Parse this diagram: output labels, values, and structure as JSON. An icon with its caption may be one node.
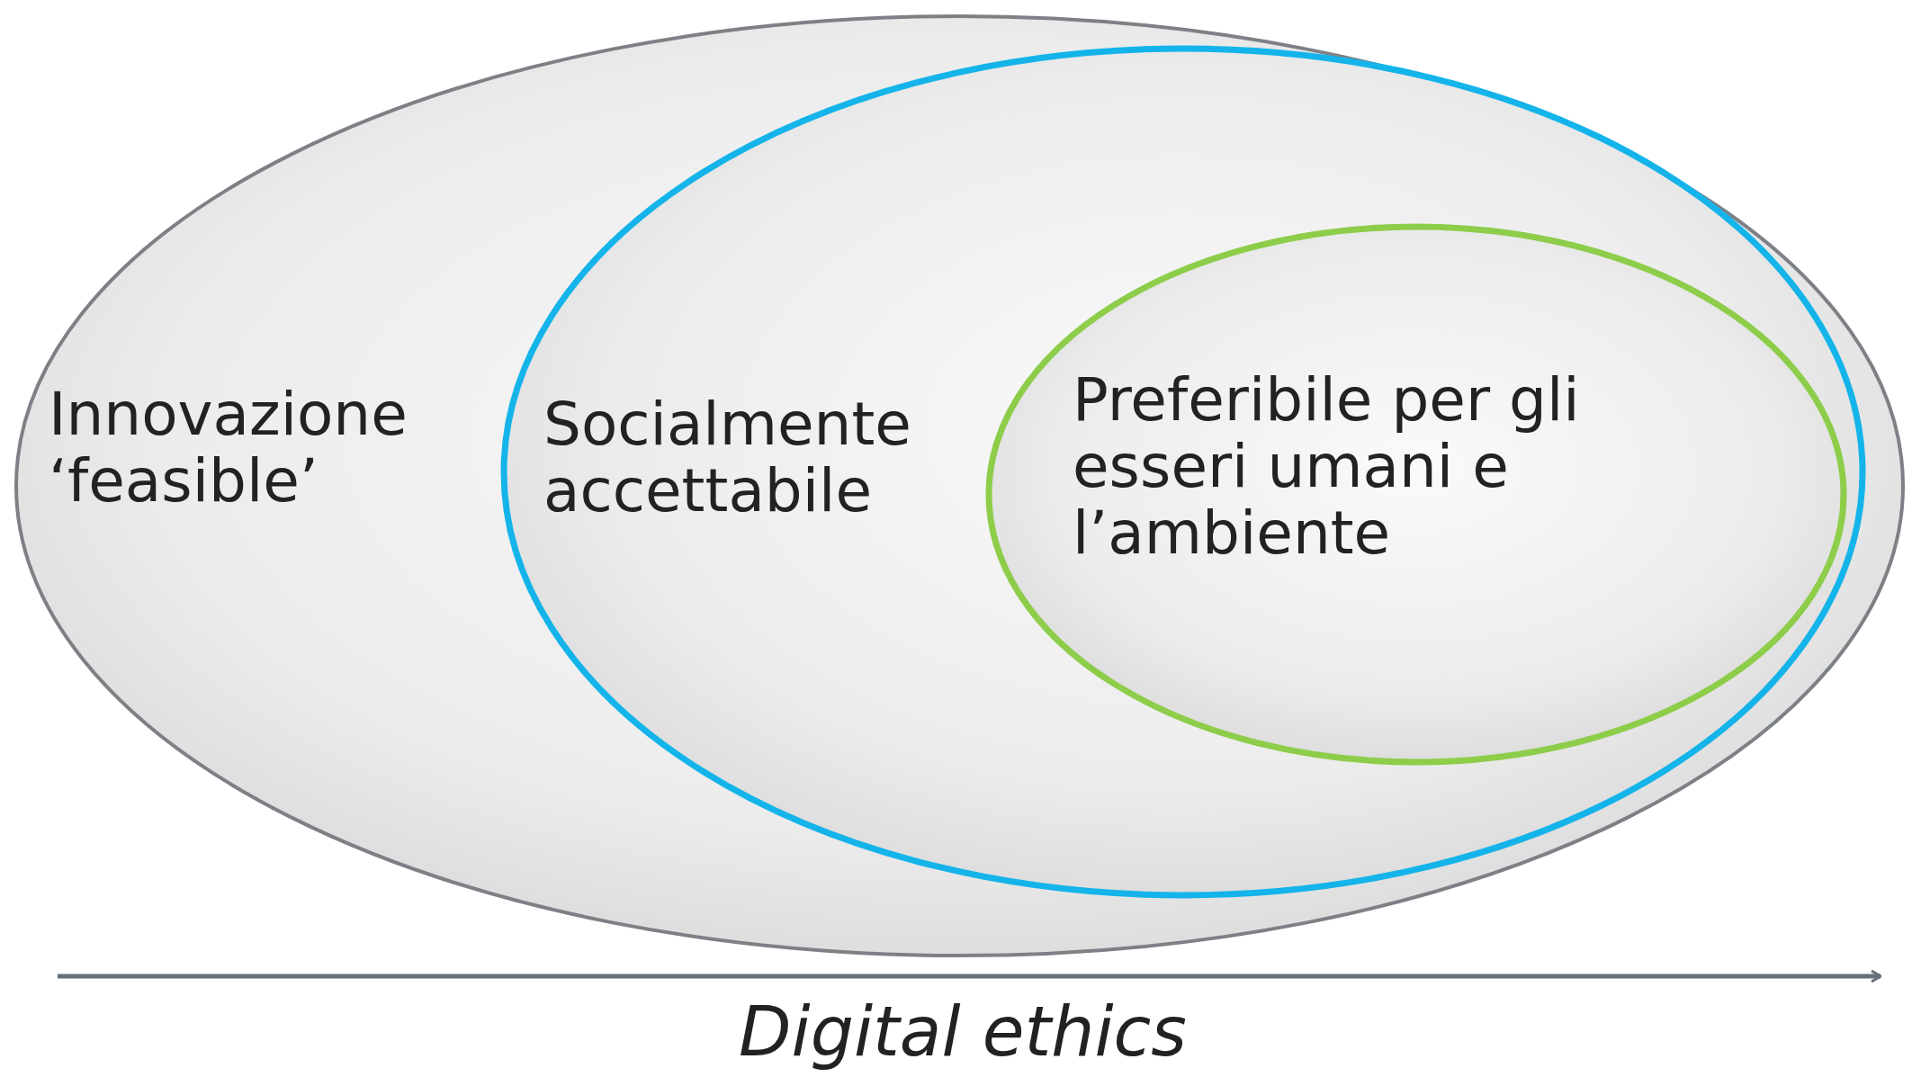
{
  "diagram": {
    "nodes": [
      {
        "text": [
          "Innovazione ‘feasible’"
        ]
      },
      {
        "text": [
          "Socialmente accettabile"
        ],
        "in": 0
      },
      {
        "text": [
          "Preferibile per gli esseri umani e l’ambiente"
        ],
        "in": 1
      }
    ],
    "edges": [],
    "labels": [
      "Digital ethics"
    ]
  }
}
